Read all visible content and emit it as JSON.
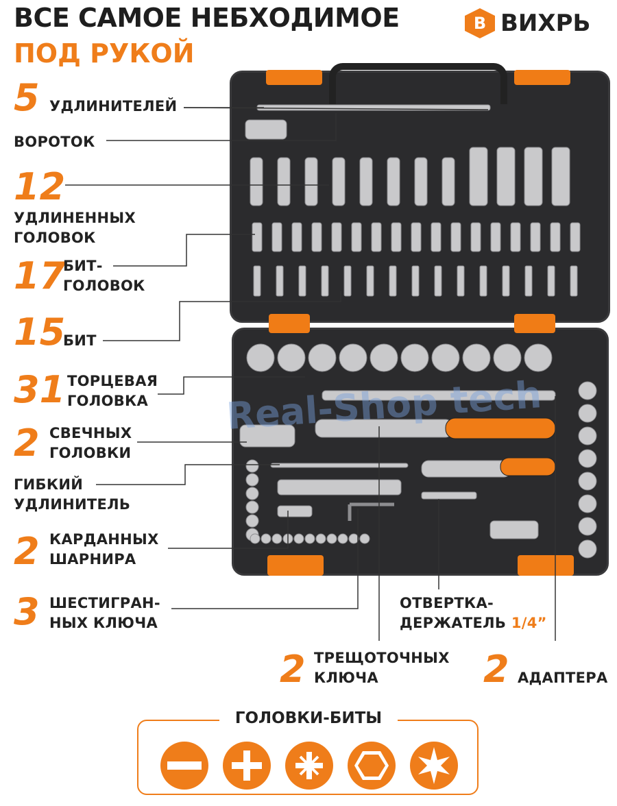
{
  "header": {
    "title_line1": "ВСЕ САМОЕ НЕБХОДИМОЕ",
    "title_line2": "ПОД РУКОЙ"
  },
  "brand": {
    "logo_letter": "В",
    "name": "ВИХРЬ"
  },
  "colors": {
    "accent": "#ef7d1a",
    "case": "#2b2b2d",
    "text": "#1e1e1e"
  },
  "watermark": "Real-Shop tech",
  "labels": [
    {
      "num": "5",
      "text": "УДЛИНИТЕЛЕЙ"
    },
    {
      "num": "",
      "text": "ВОРОТОК"
    },
    {
      "num": "12",
      "text1": "УДЛИНЕННЫХ",
      "text2": "ГОЛОВОК"
    },
    {
      "num": "17",
      "text1": "БИТ-",
      "text2": "ГОЛОВОК"
    },
    {
      "num": "15",
      "text": "БИТ"
    },
    {
      "num": "31",
      "text1": "ТОРЦЕВАЯ",
      "text2": "ГОЛОВКА"
    },
    {
      "num": "2",
      "text1": "СВЕЧНЫХ",
      "text2": "ГОЛОВКИ"
    },
    {
      "num": "",
      "text1": "ГИБКИЙ",
      "text2": "УДЛИНИТЕЛЬ"
    },
    {
      "num": "2",
      "text1": "КАРДАННЫХ",
      "text2": "ШАРНИРА"
    },
    {
      "num": "3",
      "text1": "ШЕСТИГРАН-",
      "text2": "НЫХ КЛЮЧА"
    },
    {
      "num": "",
      "text1": "ОТВЕРТКА-",
      "text2": "ДЕРЖАТЕЛЬ",
      "accent": "1/4”"
    },
    {
      "num": "2",
      "text1": "ТРЕЩОТОЧНЫХ",
      "text2": "КЛЮЧА"
    },
    {
      "num": "2",
      "text": "АДАПТЕРА"
    }
  ],
  "bit_types": {
    "title": "ГОЛОВКИ-БИТЫ",
    "icons": [
      "slotted-icon",
      "phillips-icon",
      "pozidriv-icon",
      "hex-icon",
      "torx-icon"
    ]
  }
}
